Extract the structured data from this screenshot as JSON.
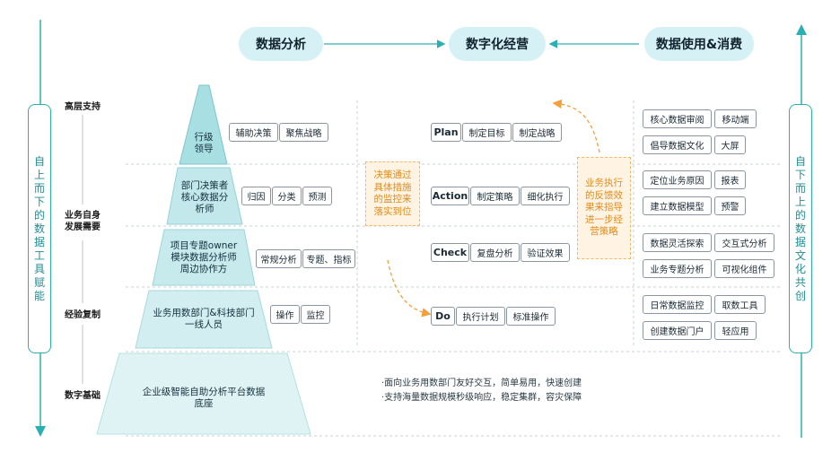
{
  "top": {
    "left_pill": "数据分析",
    "center_pill": "数字化经营",
    "right_pill": "数据使用&消费"
  },
  "side": {
    "left": "自上而下的数据工具赋能",
    "right": "自下而上的数据文化共创"
  },
  "levels": {
    "l1": "高层支持",
    "l2": "业务自身\n发展需要",
    "l3": "经验复制",
    "l4": "数字基础"
  },
  "pyramid": {
    "t1": "行级\n领导",
    "t2": "部门决策者\n核心数据分\n析师",
    "t3": "项目专题owner\n模块数据分析师\n周边协作方",
    "t4": "业务用数部门&科技部门\n一线人员",
    "t5": "企业级智能自助分析平台数据\n底座"
  },
  "analysis_tags": {
    "r1": [
      "辅助决策",
      "聚焦战略"
    ],
    "r2": [
      "归因",
      "分类",
      "预测"
    ],
    "r3": [
      "常规分析",
      "专题、指标"
    ],
    "r4": [
      "操作",
      "监控"
    ]
  },
  "pdca": {
    "plan": [
      "Plan",
      "制定目标",
      "制定战略"
    ],
    "action": [
      "Action",
      "制定策略",
      "细化执行"
    ],
    "check": [
      "Check",
      "复盘分析",
      "验证效果"
    ],
    "do": [
      "Do",
      "执行计划",
      "标准操作"
    ]
  },
  "orange": {
    "left": "决策通过\n具体措施\n的监控来\n落实到位",
    "right": "业务执行\n的反馈效\n果来指导\n进一步经\n营策略"
  },
  "consume_tags": {
    "r1a": [
      "核心数据审阅",
      "移动端"
    ],
    "r1b": [
      "倡导数据文化",
      "大屏"
    ],
    "r2a": [
      "定位业务原因",
      "报表"
    ],
    "r2b": [
      "建立数据模型",
      "预警"
    ],
    "r3a": [
      "数据灵活探索",
      "交互式分析"
    ],
    "r3b": [
      "业务专题分析",
      "可视化组件"
    ],
    "r4a": [
      "日常数据监控",
      "取数工具"
    ],
    "r4b": [
      "创建数据门户",
      "轻应用"
    ]
  },
  "notes": {
    "n1": "·面向业务用数部门友好交互，简单易用，快速创建",
    "n2": "·支持海量数据规模秒级响应，稳定集群，容灾保障"
  },
  "colors": {
    "teal": "#2ab0b3",
    "pill_bg": "#d6f1f5",
    "orange": "#f3a03c"
  }
}
